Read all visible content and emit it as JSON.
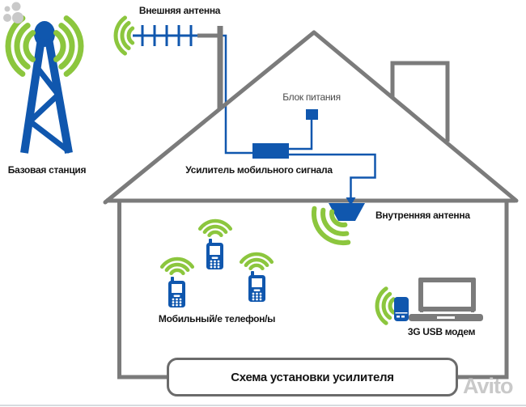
{
  "labels": {
    "external_antenna": "Внешняя антенна",
    "base_station": "Базовая станция",
    "power_supply": "Блок питания",
    "amplifier": "Усилитель мобильного сигнала",
    "internal_antenna": "Внутренняя антенна",
    "mobile_phones": "Мобильный/е телефон/ы",
    "usb_modem": "3G USB модем"
  },
  "banner": {
    "title": "Схема установки усилителя"
  },
  "watermark": {
    "text": "Avito"
  },
  "colors": {
    "device_blue": "#1057ae",
    "signal_green": "#8cc63e",
    "house_gray": "#7b7b7b",
    "watermark_gray": "#c9c9c9"
  }
}
